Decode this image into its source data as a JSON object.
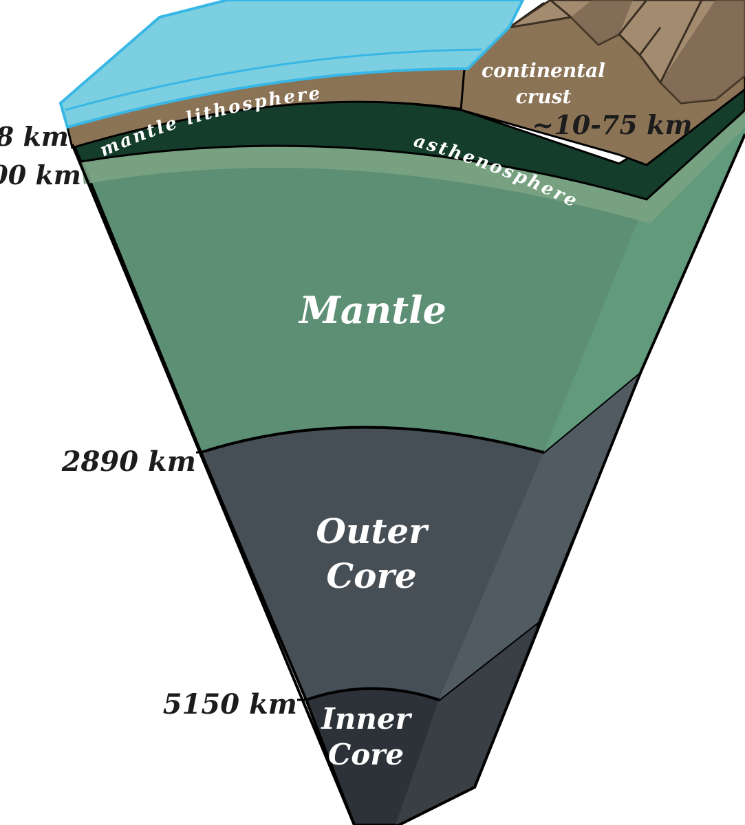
{
  "colors": {
    "ocean": "#7ccfe0",
    "ocean_edge": "#38b7e6",
    "continental_crust": "#8b7356",
    "mantle_lithosphere": "#143d2c",
    "asthenosphere": "#6f9a78",
    "mantle": "#5d8f74",
    "outer_core": "#474f56",
    "inner_core": "#2c3237"
  },
  "labels": {
    "continental_crust": [
      "continental",
      "crust"
    ],
    "crust_depth": "~10-75 km",
    "mantle_lithosphere": "mantle  lithosphere",
    "asthenosphere": "asthenosphere",
    "mantle": "Mantle",
    "outer_core": [
      "Outer",
      "Core"
    ],
    "inner_core": [
      "Inner",
      "Core"
    ]
  },
  "depths": {
    "crust_base": "8 km",
    "lithosphere_base": "00 km",
    "mantle_base": "2890 km",
    "outer_core_base": "5150 km"
  }
}
